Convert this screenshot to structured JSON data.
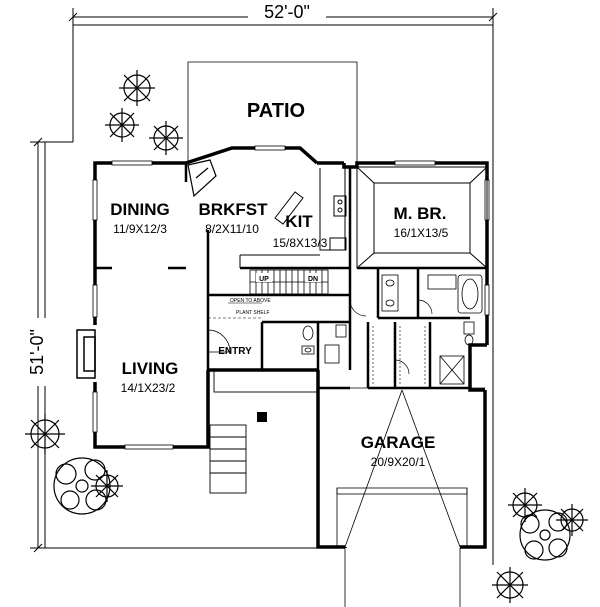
{
  "dimensions": {
    "width": "52'-0\"",
    "depth": "51'-0\""
  },
  "rooms": {
    "patio": {
      "name": "PATIO"
    },
    "dining": {
      "name": "DINING",
      "size": "11/9X12/3"
    },
    "breakfast": {
      "name": "BRKFST",
      "size": "8/2X11/10"
    },
    "kitchen": {
      "name": "KIT",
      "size": "15/8X13/3"
    },
    "master_bedroom": {
      "name": "M. BR.",
      "size": "16/1X13/5"
    },
    "living": {
      "name": "LIVING",
      "size": "14/1X23/2"
    },
    "entry": {
      "name": "ENTRY"
    },
    "garage": {
      "name": "GARAGE",
      "size": "20/9X20/1"
    }
  },
  "stairs": {
    "up": "UP",
    "down": "DN"
  },
  "notes": {
    "open_to_above": "OPEN TO ABOVE",
    "plant_shelf": "PLANT SHELF"
  }
}
